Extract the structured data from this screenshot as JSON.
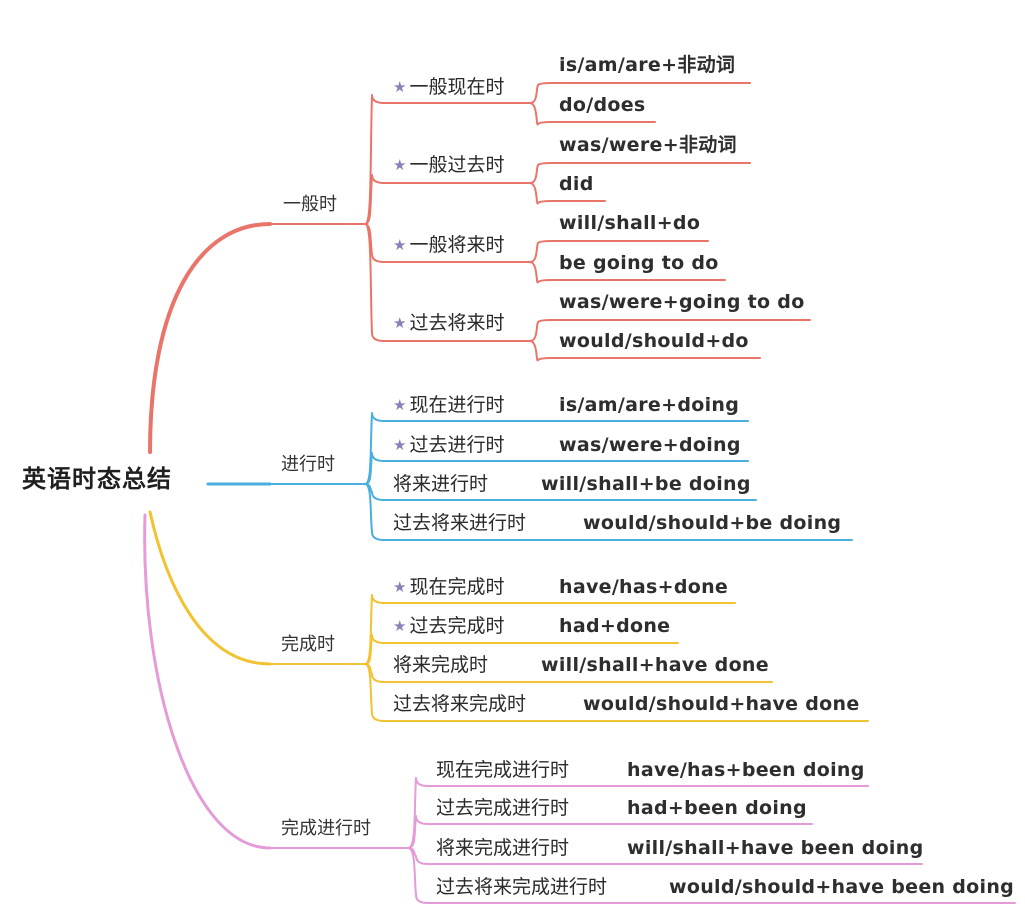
{
  "root": {
    "label": "英语时态总结"
  },
  "colors": {
    "group1": "#e9756a",
    "group2": "#4aaee0",
    "group3": "#f1c232",
    "group4": "#e49bd8",
    "star": "#8e7fb8"
  },
  "groups": [
    {
      "label": "一般时",
      "tenses": [
        {
          "label": "一般现在时",
          "star": true,
          "formulas": [
            "is/am/are+非动词",
            "do/does"
          ]
        },
        {
          "label": "一般过去时",
          "star": true,
          "formulas": [
            "was/were+非动词",
            "did"
          ]
        },
        {
          "label": "一般将来时",
          "star": true,
          "formulas": [
            "will/shall+do",
            "be going to do"
          ]
        },
        {
          "label": "过去将来时",
          "star": true,
          "formulas": [
            "was/were+going to do",
            "would/should+do"
          ]
        }
      ]
    },
    {
      "label": "进行时",
      "tenses": [
        {
          "label": "现在进行时",
          "star": true,
          "formulas": [
            "is/am/are+doing"
          ]
        },
        {
          "label": "过去进行时",
          "star": true,
          "formulas": [
            "was/were+doing"
          ]
        },
        {
          "label": "将来进行时",
          "star": false,
          "formulas": [
            "will/shall+be doing"
          ]
        },
        {
          "label": "过去将来进行时",
          "star": false,
          "formulas": [
            "would/should+be doing"
          ]
        }
      ]
    },
    {
      "label": "完成时",
      "tenses": [
        {
          "label": "现在完成时",
          "star": true,
          "formulas": [
            "have/has+done"
          ]
        },
        {
          "label": "过去完成时",
          "star": true,
          "formulas": [
            "had+done"
          ]
        },
        {
          "label": "将来完成时",
          "star": false,
          "formulas": [
            "will/shall+have done"
          ]
        },
        {
          "label": "过去将来完成时",
          "star": false,
          "formulas": [
            "would/should+have done"
          ]
        }
      ]
    },
    {
      "label": "完成进行时",
      "tenses": [
        {
          "label": "现在完成进行时",
          "star": false,
          "formulas": [
            "have/has+been doing"
          ]
        },
        {
          "label": "过去完成进行时",
          "star": false,
          "formulas": [
            "had+been doing"
          ]
        },
        {
          "label": "将来完成进行时",
          "star": false,
          "formulas": [
            "will/shall+have been doing"
          ]
        },
        {
          "label": "过去将来完成进行时",
          "star": false,
          "formulas": [
            "would/should+have been doing"
          ]
        }
      ]
    }
  ]
}
